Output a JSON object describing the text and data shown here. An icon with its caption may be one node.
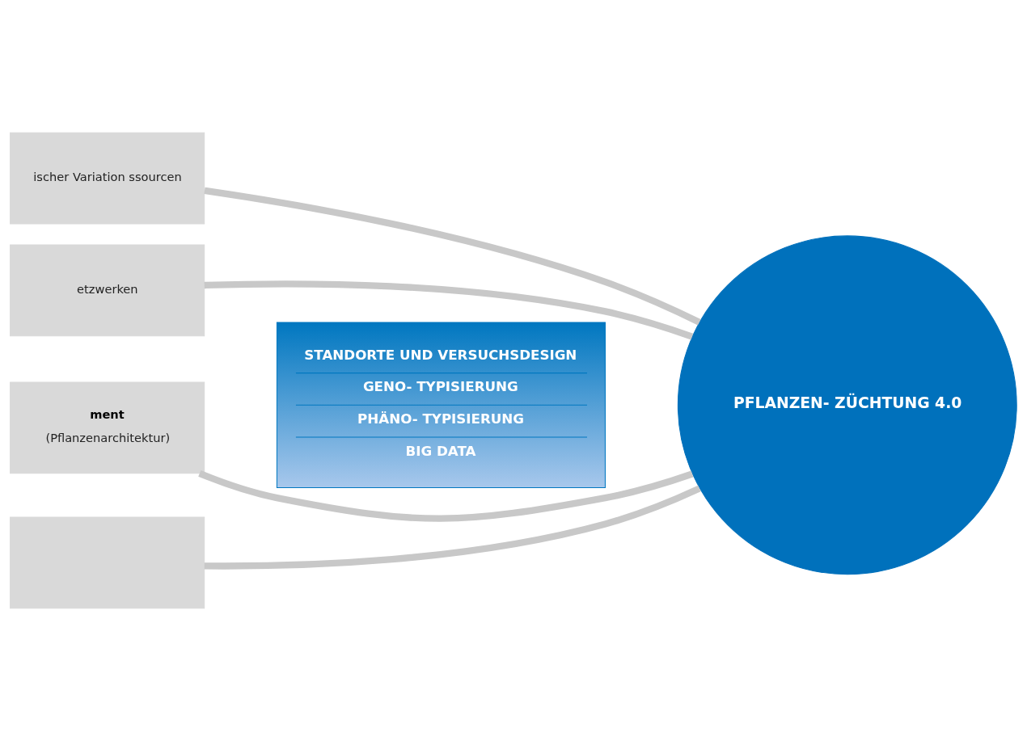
{
  "diagram": {
    "nodes": [
      {
        "text": [
          "ischer Variation ssourcen"
        ]
      },
      {
        "text": [
          "etzwerken"
        ]
      },
      {
        "text": [
          "ment",
          "(Pflanzenarchitektur)"
        ]
      },
      {
        "text": [],
        "shape": "bar"
      },
      {
        "text": [
          "STANDORTE UND VERSUCHSDESIGN",
          "GENO- TYPISIERUNG",
          "PHÄNO- TYPISIERUNG",
          "BIG DATA"
        ]
      },
      {
        "text": [
          "PFLANZEN- ZÜCHTUNG 4.0"
        ]
      }
    ],
    "edges": [
      {
        "from": 0,
        "to": 5,
        "arrow": "none"
      },
      {
        "from": 1,
        "to": 5,
        "arrow": "none"
      },
      {
        "from": 2,
        "to": 5,
        "arrow": "none"
      },
      {
        "from": 3,
        "to": 5,
        "arrow": "none"
      }
    ]
  }
}
